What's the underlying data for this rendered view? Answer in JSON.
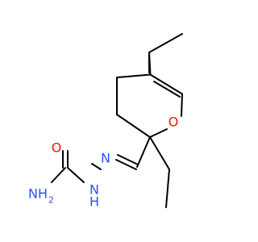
{
  "molecule": {
    "atoms": {
      "ring_oxygen": {
        "symbol": "O"
      },
      "carbonyl_oxygen": {
        "symbol": "O"
      },
      "hydrazone_nitrogen": {
        "symbol": "N"
      },
      "hydrazide_nh": {
        "symbol": "N",
        "hydrogen": "H"
      },
      "amide_nh2": {
        "symbol": "NH",
        "subscript": "2",
        "hydrogen": "H"
      }
    },
    "colors": {
      "oxygen": "#ff0d0d",
      "nitrogen": "#3050f8",
      "bond": "#000000"
    }
  }
}
